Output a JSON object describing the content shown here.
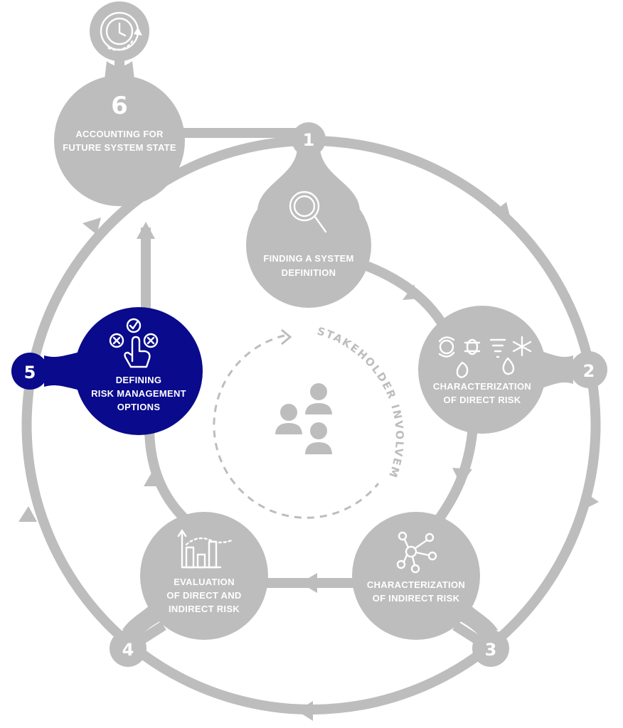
{
  "colors": {
    "step_fill": "#bdbdbd",
    "active_fill": "#0a0a8c",
    "text_on_step": "#ffffff",
    "center_people": "#bdbdbd"
  },
  "steps": [
    {
      "number": "1",
      "title_lines": [
        "FINDING A SYSTEM",
        "DEFINITION"
      ],
      "icon": "magnifier-icon",
      "active": false
    },
    {
      "number": "2",
      "title_lines": [
        "CHARACTERIZATION",
        "OF DIRECT RISK"
      ],
      "icon": "hazards-icon",
      "active": false
    },
    {
      "number": "3",
      "title_lines": [
        "CHARACTERIZATION",
        "OF INDIRECT RISK"
      ],
      "icon": "network-icon",
      "active": false
    },
    {
      "number": "4",
      "title_lines": [
        "EVALUATION",
        "OF DIRECT AND",
        "INDIRECT RISK"
      ],
      "icon": "evaluation-chart-icon",
      "active": false
    },
    {
      "number": "5",
      "title_lines": [
        "DEFINING",
        "RISK MANAGEMENT",
        "OPTIONS"
      ],
      "icon": "selection-hand-icon",
      "active": true
    },
    {
      "number": "6",
      "title_lines": [
        "ACCOUNTING FOR",
        "FUTURE SYSTEM STATE"
      ],
      "icon": "clock-cycle-icon",
      "active": false
    }
  ],
  "center": {
    "label": "STAKEHOLDER INVOLVEMENT",
    "icon": "people-group-icon"
  }
}
